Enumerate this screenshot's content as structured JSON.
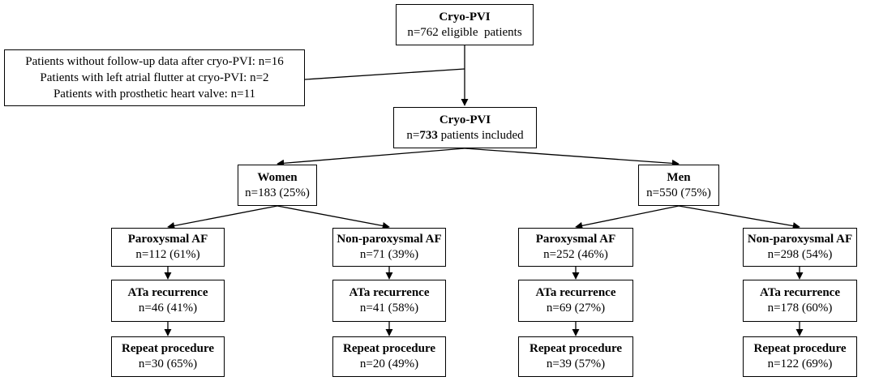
{
  "top": {
    "title": "Cryo-PVI",
    "sub": "n=762 eligible  patients"
  },
  "exclusion": [
    "Patients without follow-up data after cryo-PVI: n=16",
    "Patients with left atrial flutter at cryo-PVI: n=2",
    "Patients with prosthetic heart valve: n=11"
  ],
  "included": {
    "title": "Cryo-PVI",
    "sub_prefix": "n=",
    "sub_count": "733",
    "sub_suffix": " patients included"
  },
  "women": {
    "title": "Women",
    "sub": "n=183 (25%)"
  },
  "men": {
    "title": "Men",
    "sub": "n=550 (75%)"
  },
  "columns": [
    {
      "af": {
        "title": "Paroxysmal AF",
        "sub": "n=112 (61%)"
      },
      "ata": {
        "title": "ATa recurrence",
        "sub": "n=46 (41%)"
      },
      "repeat": {
        "title": "Repeat procedure",
        "sub": "n=30 (65%)"
      }
    },
    {
      "af": {
        "title": "Non-paroxysmal AF",
        "sub": "n=71 (39%)"
      },
      "ata": {
        "title": "ATa recurrence",
        "sub": "n=41 (58%)"
      },
      "repeat": {
        "title": "Repeat procedure",
        "sub": "n=20 (49%)"
      }
    },
    {
      "af": {
        "title": "Paroxysmal AF",
        "sub": "n=252 (46%)"
      },
      "ata": {
        "title": "ATa recurrence",
        "sub": "n=69 (27%)"
      },
      "repeat": {
        "title": "Repeat procedure",
        "sub": "n=39 (57%)"
      }
    },
    {
      "af": {
        "title": "Non-paroxysmal AF",
        "sub": "n=298 (54%)"
      },
      "ata": {
        "title": "ATa recurrence",
        "sub": "n=178 (60%)"
      },
      "repeat": {
        "title": "Repeat procedure",
        "sub": "n=122 (69%)"
      }
    }
  ]
}
